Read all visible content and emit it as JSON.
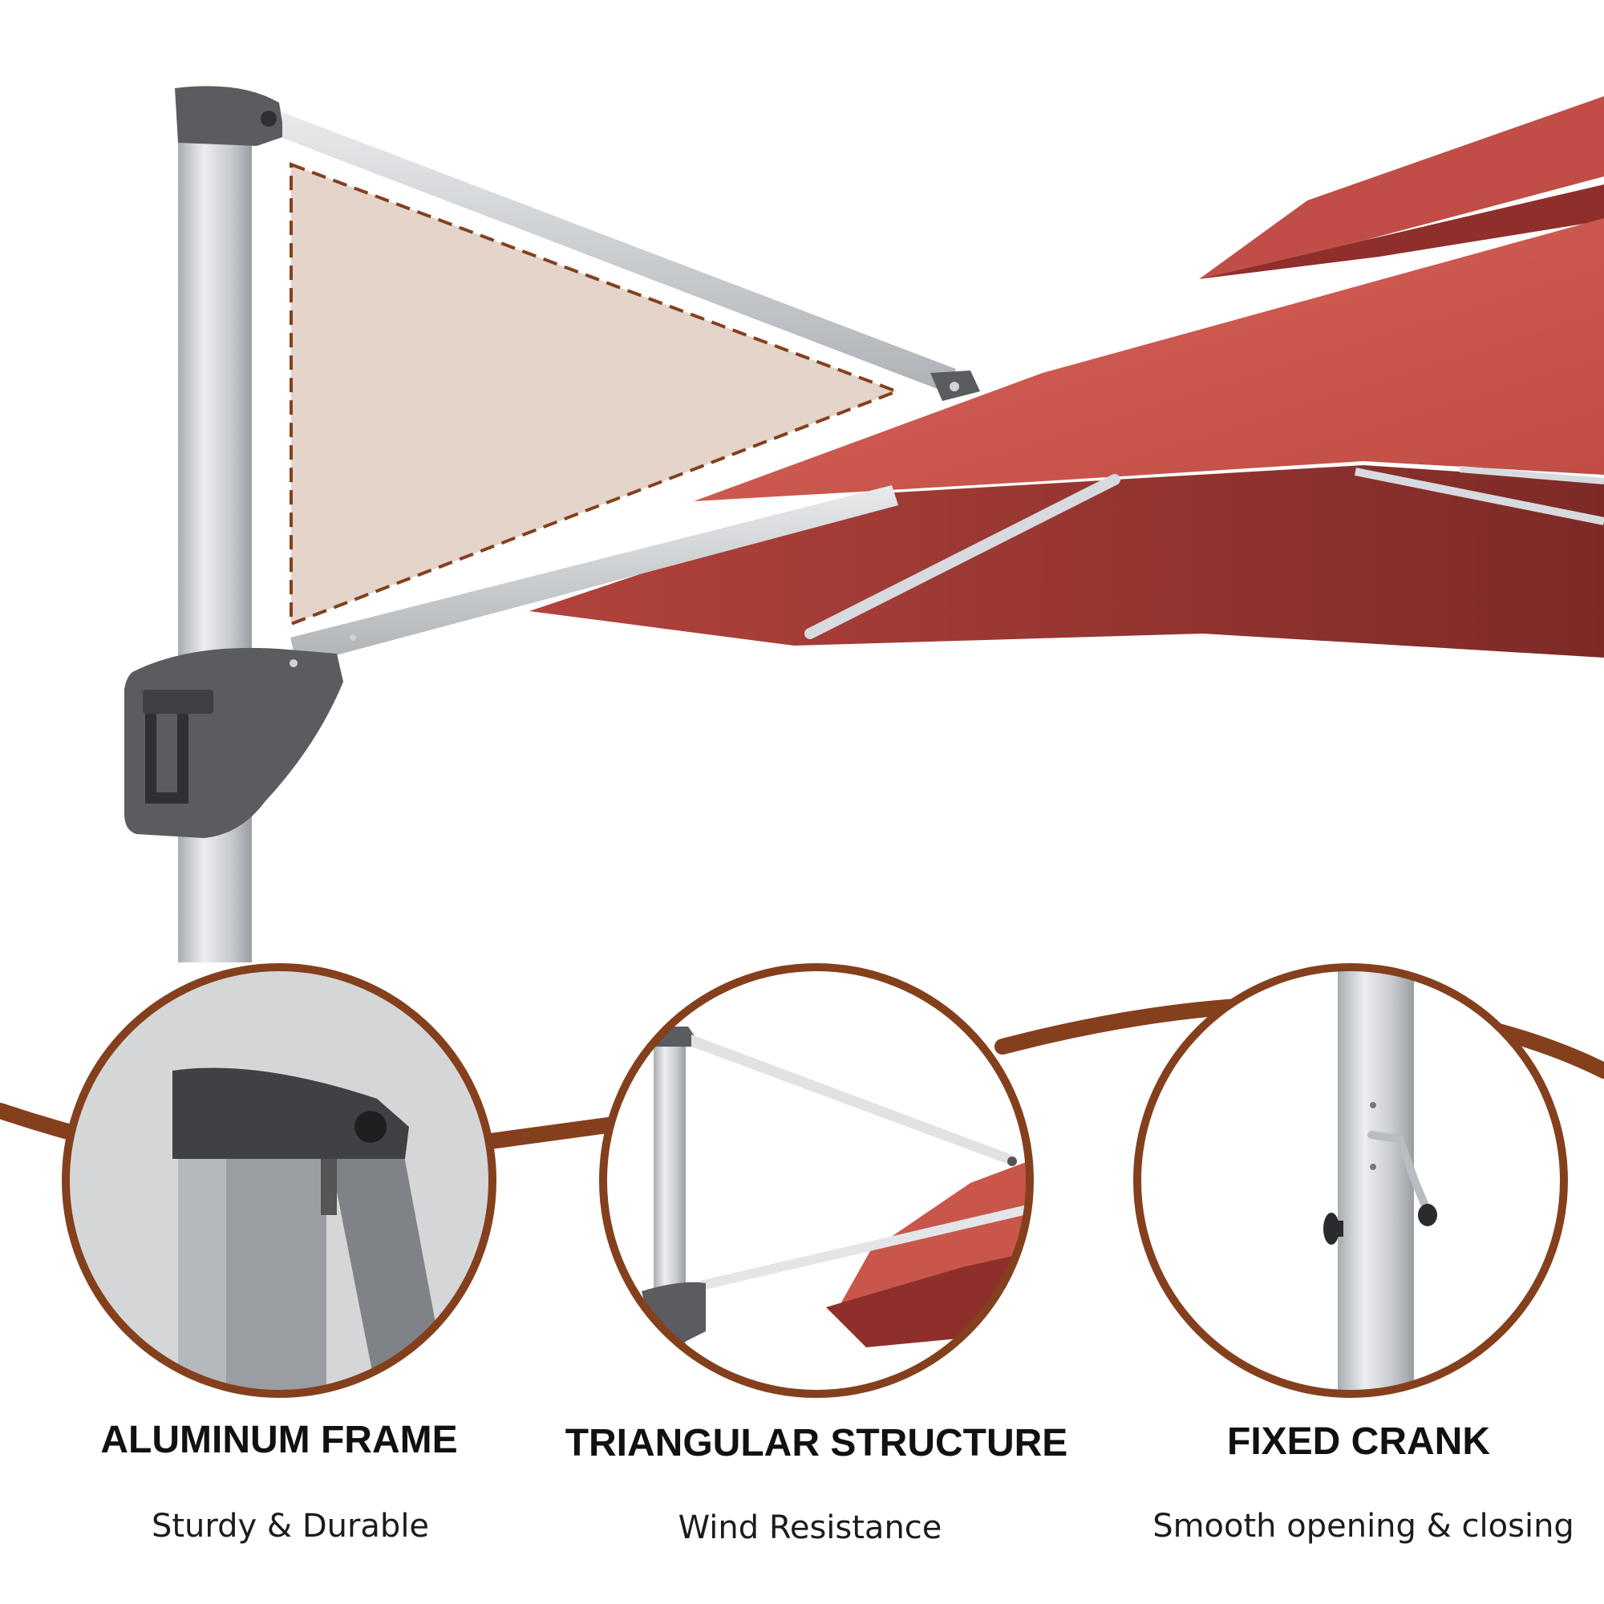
{
  "colors": {
    "canopy": "#c9564b",
    "canopy_dark": "#93302c",
    "accent_brown": "#84401d",
    "triangle_fill": "#e4d4ca",
    "pole_silver": "#c6c9cd",
    "joint_gray": "#5a5c60"
  },
  "features": [
    {
      "title": "ALUMINUM FRAME",
      "subtitle": "Sturdy & Durable",
      "icon": "pole-joint-closeup"
    },
    {
      "title": "TRIANGULAR STRUCTURE",
      "subtitle": "Wind Resistance",
      "icon": "triangle-frame-closeup"
    },
    {
      "title": "FIXED CRANK",
      "subtitle": "Smooth opening & closing",
      "icon": "crank-handle-closeup"
    }
  ]
}
